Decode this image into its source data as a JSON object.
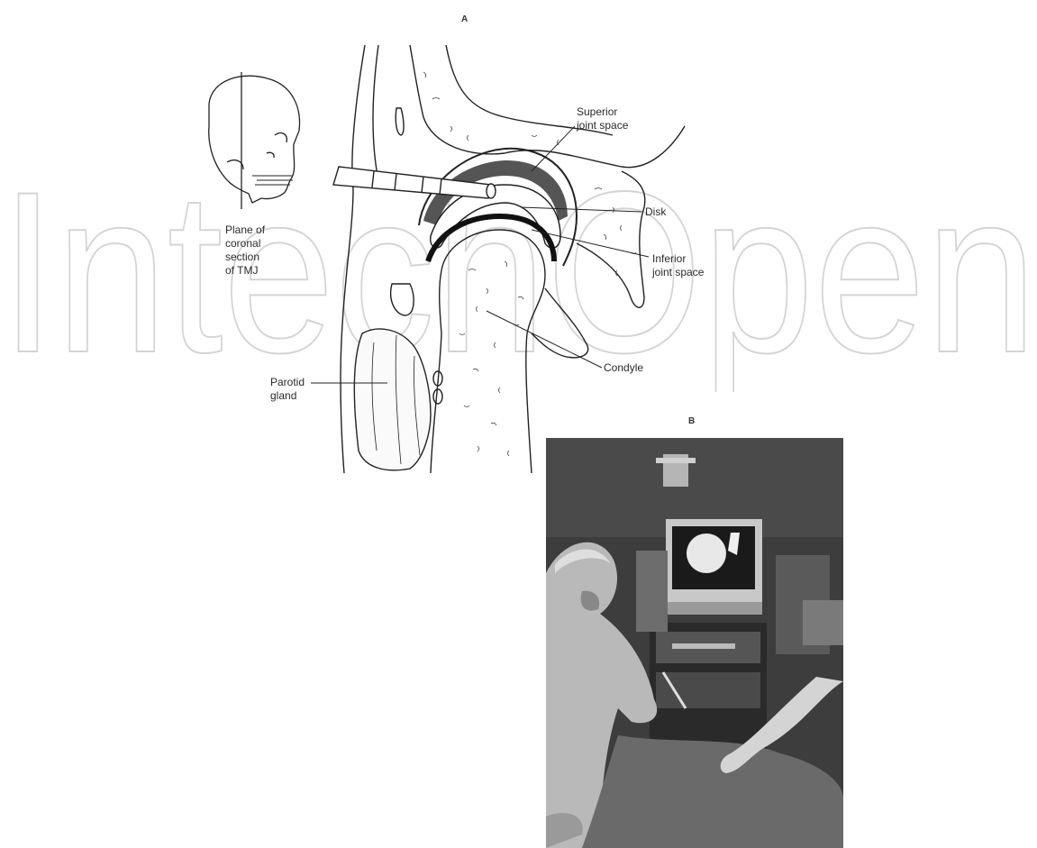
{
  "watermark": {
    "text": "IntechOpen",
    "color": "#d9d9d9"
  },
  "panel_a": {
    "letter": "A",
    "labels": {
      "plane": "Plane of\ncoronal\nsection\nof TMJ",
      "superior": "Superior\njoint space",
      "disk": "Disk",
      "inferior": "Inferior\njoint space",
      "condyle": "Condyle",
      "parotid": "Parotid\ngland"
    },
    "icons": [
      "skull-icon",
      "arthroscope-icon"
    ]
  },
  "panel_b": {
    "letter": "B",
    "photo_description_icon": "operating-room-photo-icon"
  }
}
